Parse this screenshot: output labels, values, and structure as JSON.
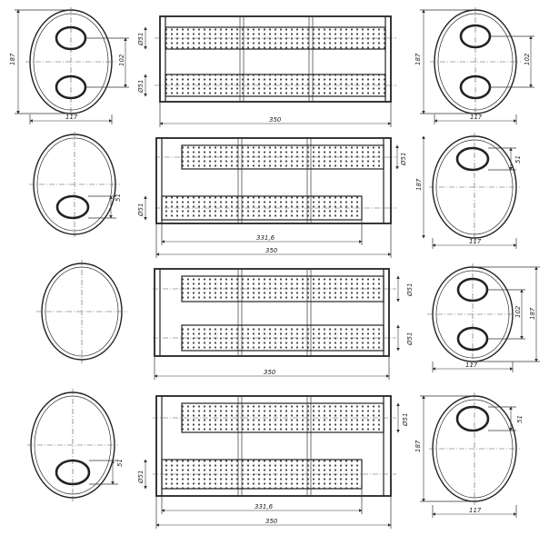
{
  "dimensions": {
    "height_187": "187",
    "width_117": "117",
    "spacing_102": "102",
    "dia_51": "51",
    "dia_phi51": "Ø51",
    "length_350": "350",
    "length_3316": "331,6"
  },
  "colors": {
    "line": "#222222",
    "perforation": "#444444",
    "background": "#ffffff"
  }
}
